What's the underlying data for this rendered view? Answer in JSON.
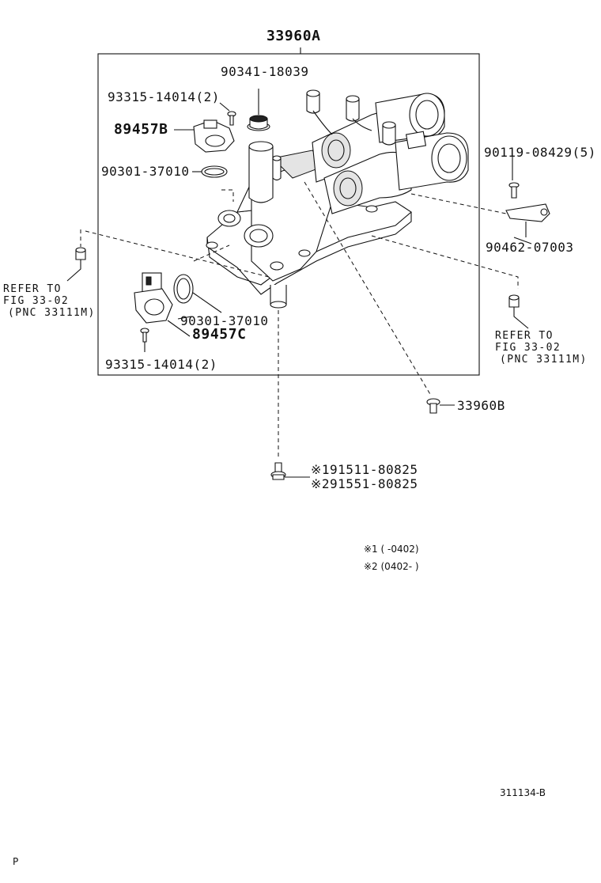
{
  "assembly_label": "33960A",
  "parts": {
    "p_90341": "90341-18039",
    "p_93315_top": "93315-14014(2)",
    "p_89457B": "89457B",
    "p_90301_top": "90301-37010",
    "p_90119": "90119-08429(5)",
    "p_90462": "90462-07003",
    "p_90301_mid": "90301-37010",
    "p_89457C": "89457C",
    "p_93315_bot": "93315-14014(2)",
    "p_33960B": "33960B",
    "p_91511": "※191511-80825",
    "p_91551": "※291551-80825"
  },
  "refer_left": {
    "line1": "REFER TO",
    "line2": "FIG 33-02",
    "line3": "(PNC 33111M)"
  },
  "refer_right": {
    "line1": "REFER TO",
    "line2": "FIG 33-02",
    "line3": "(PNC 33111M)"
  },
  "notes": {
    "n1": "※1 (       -0402)",
    "n2": "※2 (0402-       )"
  },
  "figure_code": "311134-B",
  "page_marker": "P"
}
